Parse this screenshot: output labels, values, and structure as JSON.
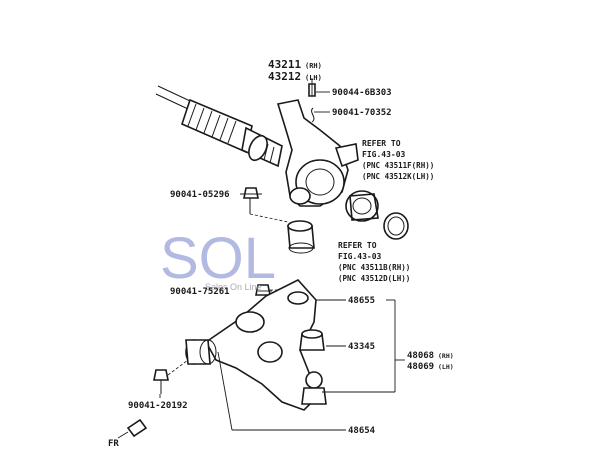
{
  "labels": {
    "knuckle_pn_1": "43211",
    "knuckle_pn_1_side": "(RH)",
    "knuckle_pn_2": "43212",
    "knuckle_pn_2_side": "(LH)",
    "nut_pn": "90044-6B303",
    "pin_pn": "90041-70352",
    "refer_1_title": "REFER TO",
    "refer_1_fig": "FIG.43-03",
    "refer_1_pnc_a": "(PNC 43511F(RH))",
    "refer_1_pnc_b": "(PNC 43512K(LH))",
    "refer_2_title": "REFER TO",
    "refer_2_fig": "FIG.43-03",
    "refer_2_pnc_a": "(PNC 43511B(RH))",
    "refer_2_pnc_b": "(PNC 43512D(LH))",
    "bolt_pn": "90041-05296",
    "nut_lower_pn": "90041-75261",
    "bushing_pn": "48655",
    "ball_joint_pn": "43345",
    "arm_pn_1": "48068",
    "arm_pn_1_side": "(RH)",
    "arm_pn_2": "48069",
    "arm_pn_2_side": "(LH)",
    "arm_bolt_pn": "90041-20192",
    "arm_bushing_pn": "48654",
    "front_marker": "FR"
  },
  "watermark": {
    "brand": "SOL",
    "tagline": "Sales On Line",
    "color": "#9aa3d8"
  }
}
